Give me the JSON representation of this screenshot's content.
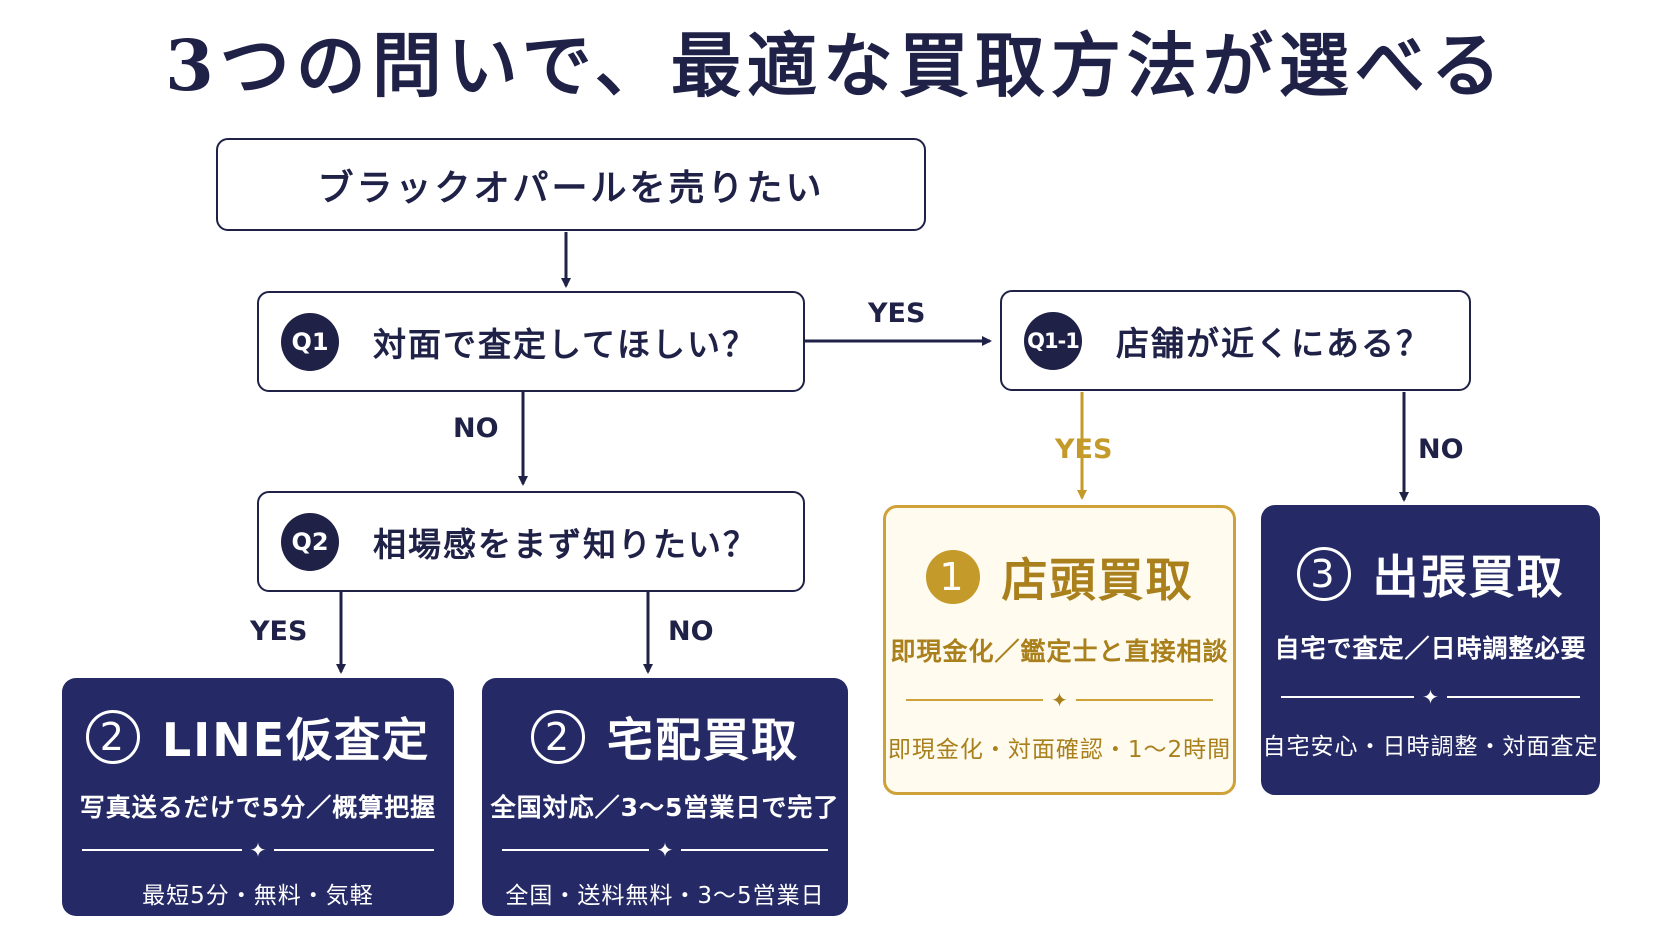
{
  "title": "3つの問いで、最適な買取方法が選べる",
  "start": "ブラックオパールを売りたい",
  "q1": {
    "badge": "Q1",
    "text": "対面で査定してほしい？"
  },
  "q1_1": {
    "badge": "Q1-1",
    "text": "店舗が近くにある？"
  },
  "q2": {
    "badge": "Q2",
    "text": "相場感をまず知りたい？"
  },
  "labels": {
    "q1_yes": "YES",
    "q1_no": "NO",
    "q11_yes": "YES",
    "q11_no": "NO",
    "q2_yes": "YES",
    "q2_no": "NO"
  },
  "results": {
    "store": {
      "num": "1",
      "title": "店頭買取",
      "sub": "即現金化／鑑定士と直接相談",
      "star": "✦",
      "foot": "即現金化・対面確認・1〜2時間"
    },
    "visit": {
      "num": "3",
      "title": "出張買取",
      "sub": "自宅で査定／日時調整必要",
      "star": "✦",
      "foot": "自宅安心・日時調整・対面査定"
    },
    "line": {
      "num": "2",
      "title": "LINE仮査定",
      "sub": "写真送るだけで5分／概算把握",
      "star": "✦",
      "foot": "最短5分・無料・気軽"
    },
    "delivery": {
      "num": "2",
      "title": "宅配買取",
      "sub": "全国対応／3〜5営業日で完了",
      "star": "✦",
      "foot": "全国・送料無料・3〜5営業日"
    }
  },
  "colors": {
    "navy": "#1f2147",
    "card_navy": "#252a66",
    "gold": "#c49a2a",
    "gold_bg": "#fffbef"
  }
}
